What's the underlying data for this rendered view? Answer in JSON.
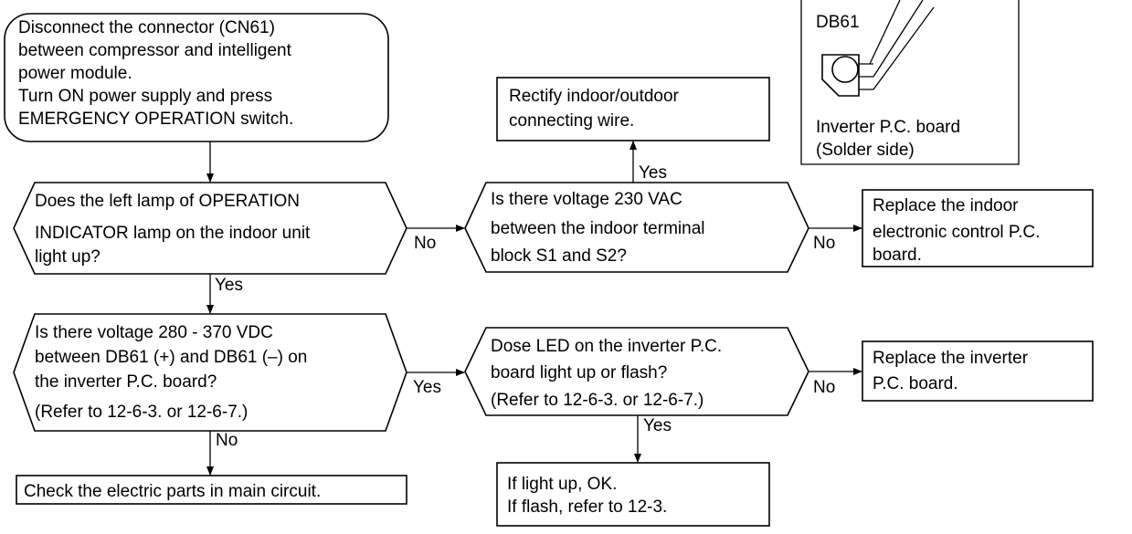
{
  "start_box": {
    "lines": [
      "Disconnect the connector (CN61)",
      "between compressor and intelligent",
      "power module.",
      "Turn ON power supply and press",
      "EMERGENCY OPERATION switch."
    ]
  },
  "decision_lamp": {
    "lines": [
      "Does the left lamp of OPERATION",
      "INDICATOR lamp on the indoor unit",
      "light up?"
    ]
  },
  "decision_vac": {
    "lines": [
      "Is there voltage 230 VAC",
      "between the indoor terminal",
      "block S1 and S2?"
    ]
  },
  "box_rectify": {
    "lines": [
      "Rectify indoor/outdoor",
      "connecting wire."
    ]
  },
  "box_replace_indoor": {
    "lines": [
      "Replace the indoor",
      "electronic control P.C.",
      "board."
    ]
  },
  "decision_vdc": {
    "lines": [
      "Is there voltage 280 - 370 VDC",
      "between DB61 (+) and DB61 (–) on",
      "the inverter P.C. board?",
      "(Refer to 12-6-3. or 12-6-7.)"
    ]
  },
  "decision_led": {
    "lines": [
      "Dose LED on the inverter P.C.",
      "board light up or flash?",
      "(Refer to 12-6-3. or 12-6-7.)"
    ]
  },
  "box_replace_inverter": {
    "lines": [
      "Replace the inverter",
      "P.C. board."
    ]
  },
  "box_check_parts": {
    "lines": [
      "Check the electric parts in main circuit."
    ]
  },
  "box_result": {
    "lines": [
      "If light up, OK.",
      "If flash, refer to 12-3."
    ]
  },
  "inset": {
    "component_label": "DB61",
    "caption_lines": [
      "Inverter P.C. board",
      "(Solder side)"
    ]
  },
  "edge_labels": {
    "lamp_no": "No",
    "lamp_yes": "Yes",
    "vac_yes": "Yes",
    "vac_no": "No",
    "vdc_yes": "Yes",
    "vdc_no": "No",
    "led_no": "No",
    "led_yes": "Yes"
  }
}
